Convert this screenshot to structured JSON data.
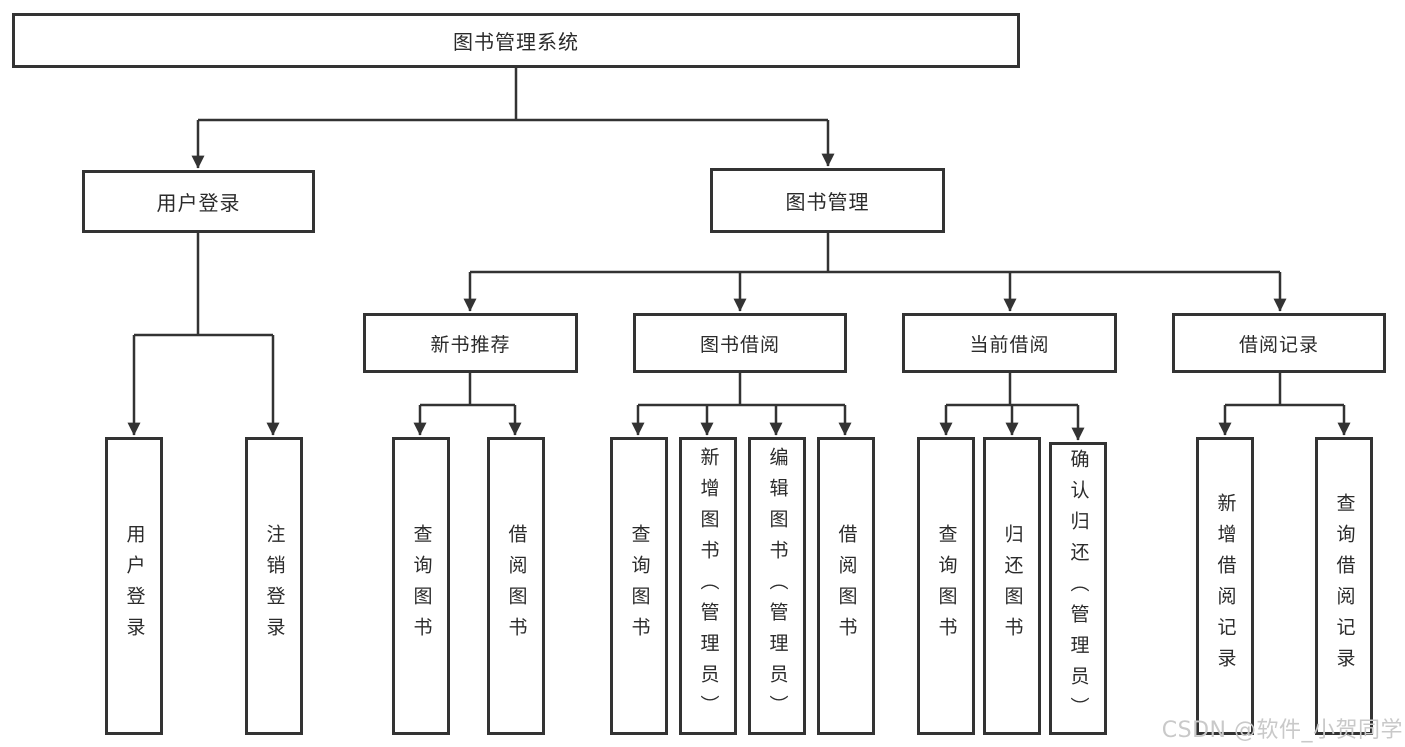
{
  "tree": {
    "root": {
      "label": "图书管理系统"
    },
    "branches": [
      {
        "label": "用户登录",
        "children": [
          "用户登录",
          "注销登录"
        ]
      },
      {
        "label": "图书管理",
        "groups": [
          {
            "label": "新书推荐",
            "children": [
              "查询图书",
              "借阅图书"
            ]
          },
          {
            "label": "图书借阅",
            "children": [
              "查询图书",
              "新增图书（管理员）",
              "编辑图书（管理员）",
              "借阅图书"
            ]
          },
          {
            "label": "当前借阅",
            "children": [
              "查询图书",
              "归还图书",
              "确认归还（管理员）"
            ]
          },
          {
            "label": "借阅记录",
            "children": [
              "新增借阅记录",
              "查询借阅记录"
            ]
          }
        ]
      }
    ]
  },
  "watermark": {
    "text": "CSDN @软件_小贺同学"
  },
  "colors": {
    "line": "#333333",
    "box_border": "#333333",
    "text": "#2b2b2b",
    "watermark": "#c9c9c9",
    "background": "#ffffff"
  }
}
